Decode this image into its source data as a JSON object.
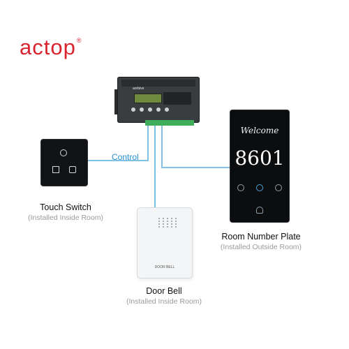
{
  "brand": {
    "name": "actop",
    "mark": "®"
  },
  "controller": {
    "logo": "aorbive"
  },
  "wire_color": "#7fc2e6",
  "connection": {
    "label": "Control"
  },
  "touch_switch": {
    "title": "Touch Switch",
    "subtitle": "(Installed Inside Room)"
  },
  "room_plate": {
    "welcome": "Welcome",
    "number": "8601",
    "title": "Room Number Plate",
    "subtitle": "(Installed Outside Room)"
  },
  "door_bell": {
    "device_text": "DOOR BELL",
    "title": "Door Bell",
    "subtitle": "(Installed Inside Room)"
  }
}
